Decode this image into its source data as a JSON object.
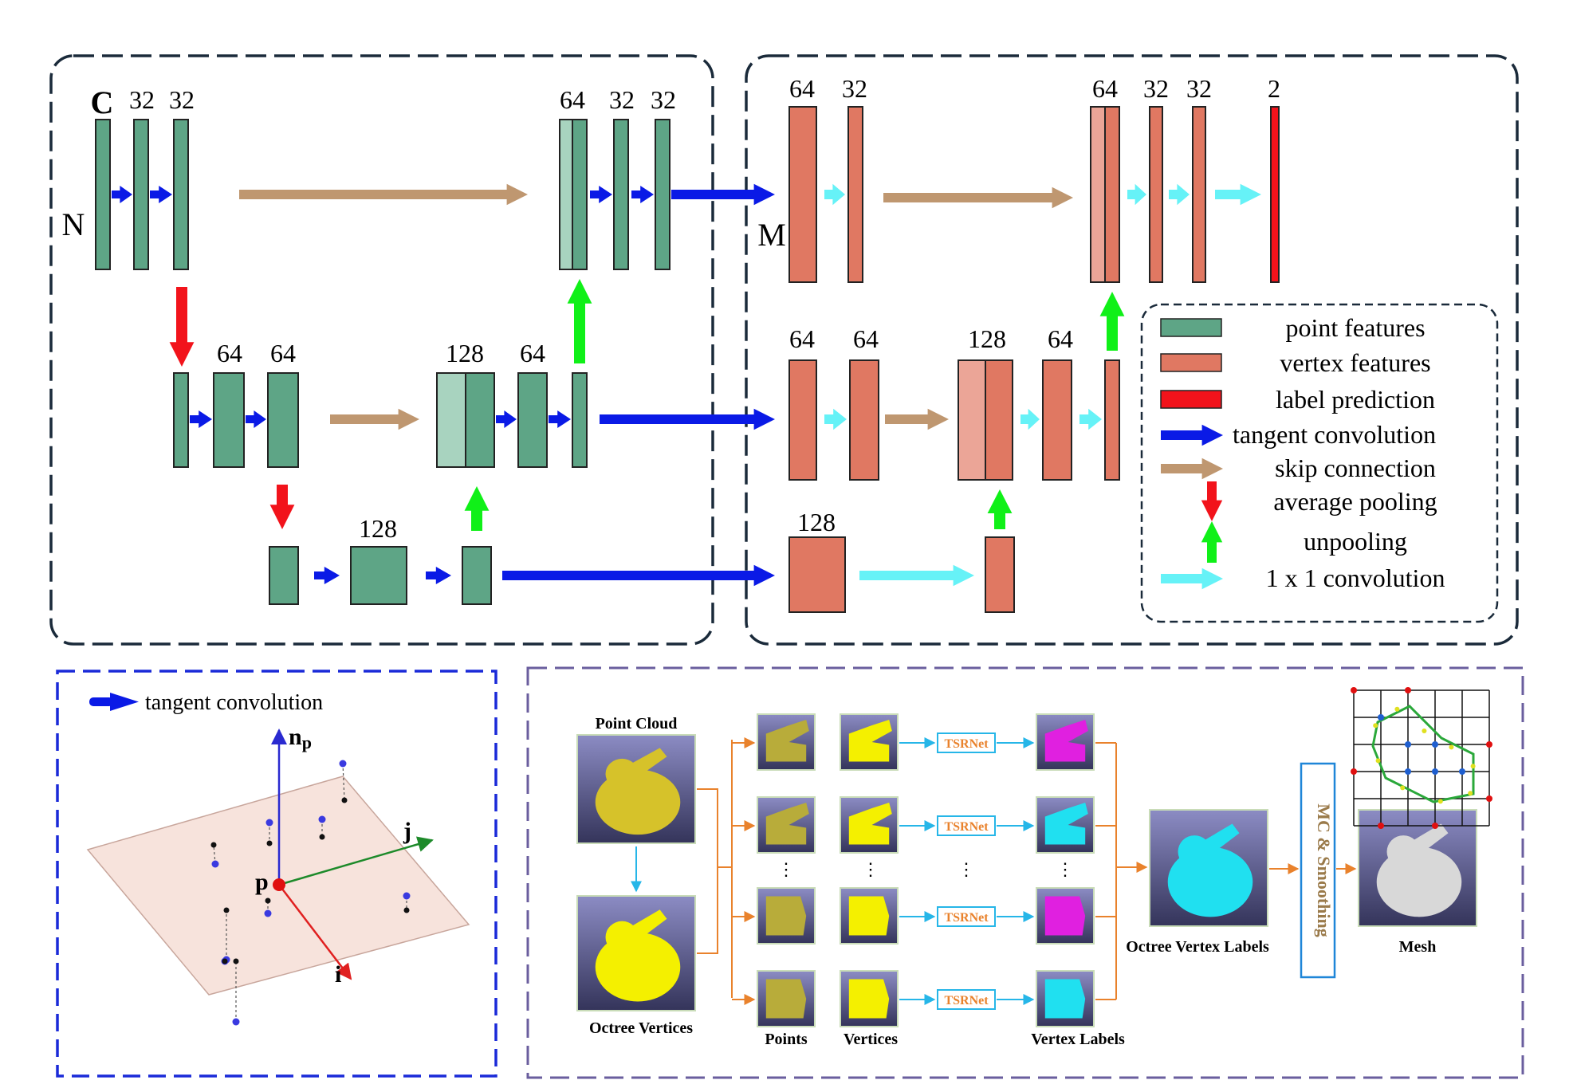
{
  "network": {
    "point_path": {
      "top_labels": [
        "C",
        "32",
        "32",
        "64",
        "32",
        "32"
      ],
      "side_label_n": "N",
      "mid_labels": [
        "64",
        "64",
        "128",
        "64"
      ],
      "low_label": "128"
    },
    "vertex_path": {
      "top_labels": [
        "64",
        "32",
        "64",
        "32",
        "32",
        "2"
      ],
      "side_label_m": "M",
      "mid_labels": [
        "64",
        "64",
        "128",
        "64"
      ],
      "low_label": "128"
    }
  },
  "legend": {
    "items": [
      {
        "label": "point features",
        "color": "#5ea586"
      },
      {
        "label": "vertex features",
        "color": "#e07862"
      },
      {
        "label": "label prediction",
        "color": "#f2131b"
      },
      {
        "label": "tangent convolution",
        "color": "#0a1ae6"
      },
      {
        "label": "skip connection",
        "color": "#bf9770"
      },
      {
        "label": "average pooling",
        "color": "#f2131b"
      },
      {
        "label": "unpooling",
        "color": "#10f018"
      },
      {
        "label": "1 x 1 convolution",
        "color": "#66f2f7"
      }
    ]
  },
  "tangent_panel": {
    "legend_label": "tangent convolution",
    "axis_n": "n",
    "axis_n_sub": "p",
    "axis_j": "j",
    "axis_i": "i",
    "point_p": "p"
  },
  "pipeline": {
    "point_cloud": "Point Cloud",
    "octree_vertices": "Octree Vertices",
    "points": "Points",
    "vertices": "Vertices",
    "vertex_labels": "Vertex Labels",
    "octree_vertex_labels": "Octree Vertex Labels",
    "mesh": "Mesh",
    "net_label": "TSRNet",
    "mc_label": "MC & Smoothing",
    "ellipsis": "⋮"
  },
  "colors": {
    "point": "#5ea586",
    "point_light": "#a8d3bf",
    "vertex": "#e07862",
    "vertex_light": "#eba597",
    "predict": "#f2131b",
    "tangent": "#0a1ae6",
    "skip": "#bf9770",
    "pool": "#f2131b",
    "unpool": "#10f018",
    "onebyone": "#66f2f7",
    "frame_dark": "#1a2a3a",
    "frame_blue": "#1a2ad8",
    "frame_purple": "#6a5e9e",
    "orange": "#e9822c",
    "cyan_arrow": "#26b6e8"
  }
}
